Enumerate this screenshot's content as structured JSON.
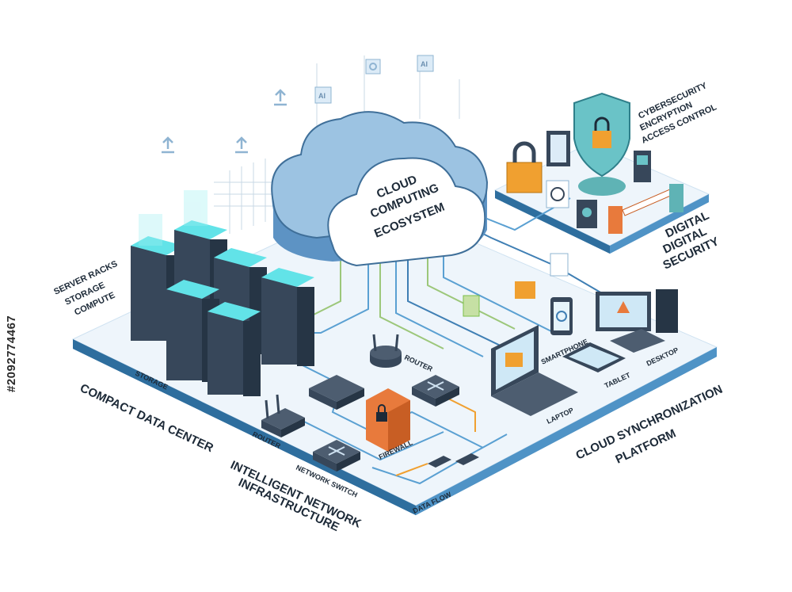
{
  "cloud": {
    "line1": "CLOUD",
    "line2": "COMPUTING",
    "line3": "ECOSYSTEM"
  },
  "datacenter": {
    "title": "COMPACT DATA CENTER",
    "tags": [
      "SERVER RACKS",
      "STORAGE",
      "COMPUTE"
    ],
    "storage_label": "STORAGE"
  },
  "network": {
    "title_line1": "INTELLIGENT NETWORK",
    "title_line2": "INFRASTRUCTURE",
    "router_top": "ROUTER",
    "router_left": "ROUTER",
    "firewall": "FIREWALL",
    "switch": "NETWORK SWITCH",
    "dataflow": "DATA FLOW"
  },
  "security": {
    "tags": [
      "CYBERSECURITY",
      "ENCRYPTION",
      "ACCESS CONTROL"
    ],
    "title_line1": "DIGITAL",
    "title_line2": "DIGITAL",
    "title_line3": "SECURITY"
  },
  "sync": {
    "title_line1": "CLOUD SYNCHRONIZATION",
    "title_line2": "PLATFORM",
    "smartphone": "SMARTPHONE",
    "tablet": "TABLET",
    "desktop": "DESKTOP",
    "laptop": "LAPTOP"
  },
  "ai_badges": [
    "AI",
    "AI"
  ],
  "stock_id": "#2092774467",
  "colors": {
    "platform_top": "#eef5fb",
    "platform_edge": "#3f7fb4",
    "cloud": "#9cc3e2",
    "server_body": "#37475a",
    "server_glow": "#62e3e8",
    "firewall": "#e87a3c",
    "accent_blue": "#2f8fc9",
    "accent_green": "#7cbf4a"
  }
}
